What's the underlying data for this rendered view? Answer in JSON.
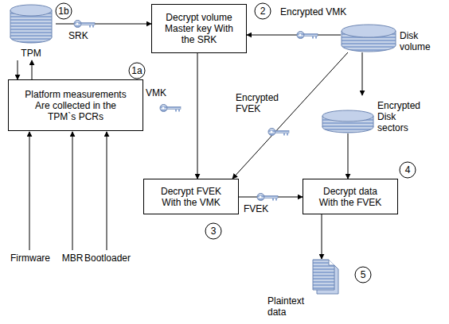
{
  "diagram": {
    "nodes": [
      {
        "text": [
          "TPM"
        ]
      },
      {
        "text": [
          "Decrypt volume Master key With the SRK"
        ]
      },
      {
        "text": [
          "Disk volume"
        ]
      },
      {
        "text": [
          "Platform measurements Are collected in the TPM`s PCRs"
        ]
      },
      {
        "text": [
          "Encrypted Disk sectors"
        ]
      },
      {
        "text": [
          "Decrypt FVEK With the VMK"
        ]
      },
      {
        "text": [
          "Decrypt data With the FVEK"
        ]
      },
      {
        "text": [
          "Plaintext data"
        ]
      }
    ],
    "edges": [
      {
        "from": 0,
        "to": 1,
        "arrow": "to",
        "label": "SRK"
      },
      {
        "from": 2,
        "to": 1,
        "arrow": "to",
        "label": "Encrypted VMK"
      },
      {
        "from": 3,
        "to": 0,
        "arrow": "to"
      },
      {
        "from": 0,
        "to": 3,
        "arrow": "to"
      },
      {
        "from": 1,
        "to": 5,
        "arrow": "to",
        "label": "VMK"
      },
      {
        "from": 2,
        "to": 5,
        "arrow": "to",
        "label": "Encrypted FVEK"
      },
      {
        "from": 2,
        "to": 4,
        "arrow": "to"
      },
      {
        "from": 4,
        "to": 6,
        "arrow": "to"
      },
      {
        "from": 5,
        "to": 6,
        "arrow": "to",
        "label": "FVEK"
      },
      {
        "from": 6,
        "to": 7,
        "arrow": "to"
      }
    ],
    "labels": [
      "1b",
      "2",
      "1a",
      "3",
      "4",
      "5",
      "Firmware",
      "MBR",
      "Bootloader"
    ]
  }
}
